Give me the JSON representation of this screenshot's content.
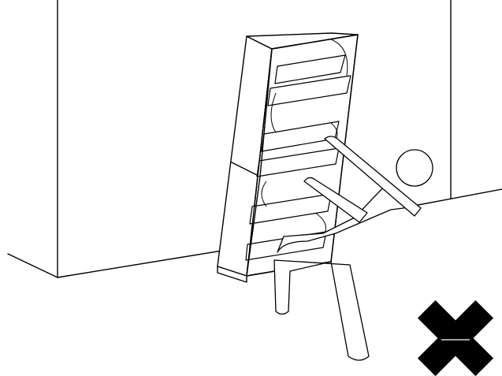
{
  "scene": {
    "subject": "wall-unit-instruction-illustration",
    "verdict_icon": "cross-mark-icon",
    "verdict_color": "#000000",
    "shelves_per_unit": 3,
    "stacked_units": 2
  }
}
